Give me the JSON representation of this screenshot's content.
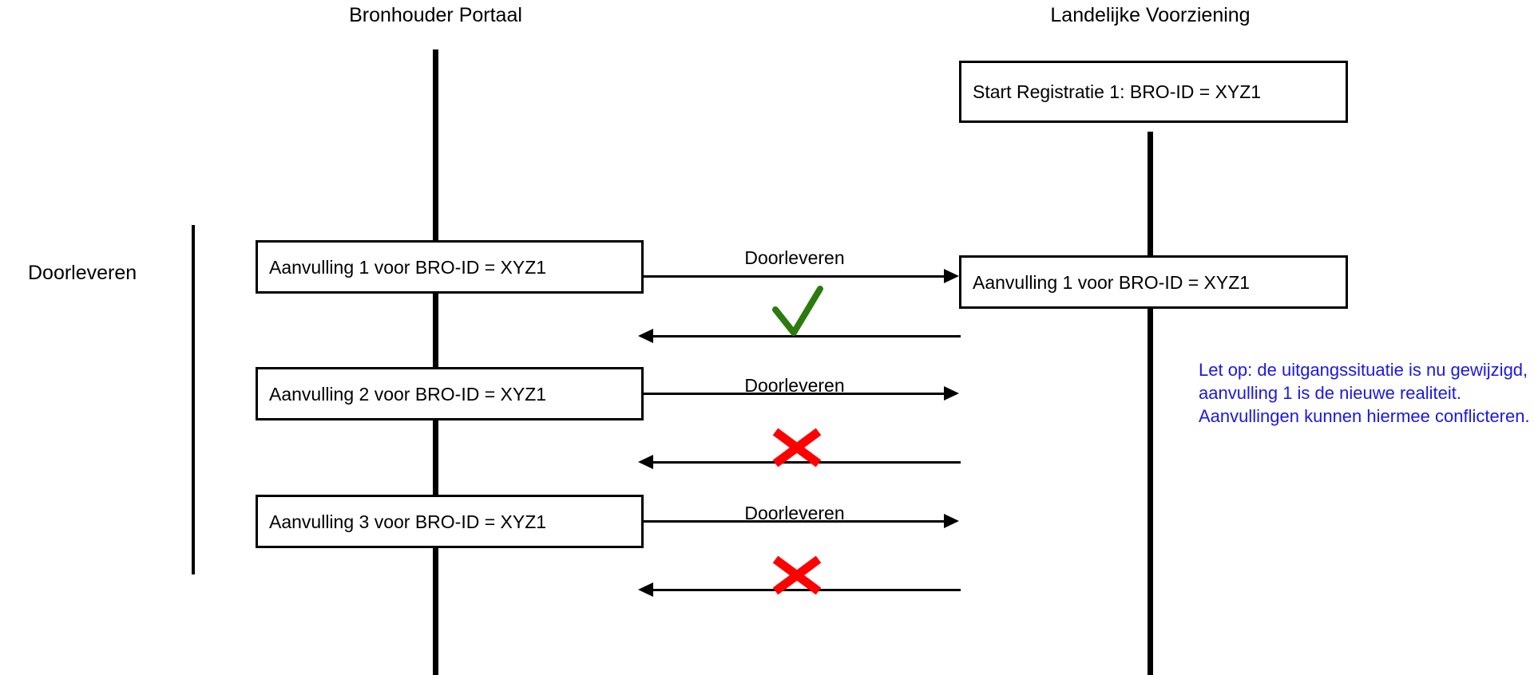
{
  "diagram": {
    "title_left": "Bronhouder Portaal",
    "title_right": "Landelijke Voorziening",
    "scope_label": "Doorleveren",
    "accent_success": "#2d7a0e",
    "accent_failure": "#ff0000",
    "accent_note": "#1a18e8",
    "line_color": "#000000"
  },
  "boxes": {
    "start_registratie": "Start Registratie 1: BRO-ID = XYZ1",
    "aanvulling_1_left": "Aanvulling 1 voor BRO-ID = XYZ1",
    "aanvulling_1_right": "Aanvulling 1 voor BRO-ID = XYZ1",
    "aanvulling_2_left": "Aanvulling 2 voor BRO-ID = XYZ1",
    "aanvulling_3_left": "Aanvulling 3 voor BRO-ID = XYZ1"
  },
  "arrows": {
    "doorleveren_1": "Doorleveren",
    "doorleveren_2": "Doorleveren",
    "doorleveren_3": "Doorleveren"
  },
  "results": {
    "result_1": "check",
    "result_2": "cross",
    "result_3": "cross"
  },
  "note": {
    "text": "Let op: de uitgangssituatie is nu gewijzigd, aanvulling 1 is de nieuwe realiteit. Aanvullingen kunnen hiermee conflicteren."
  }
}
